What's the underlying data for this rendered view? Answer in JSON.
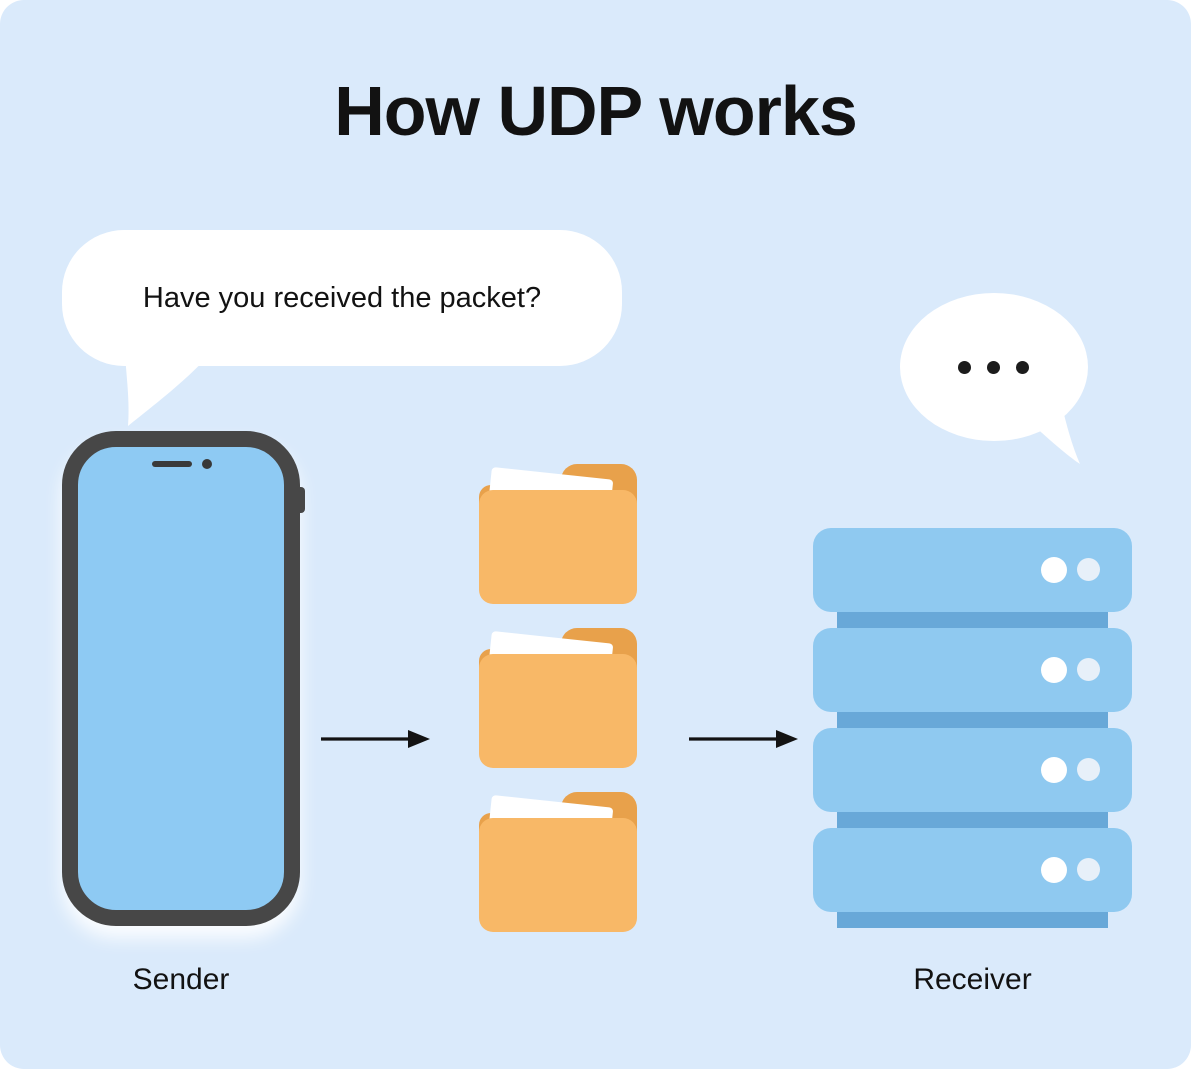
{
  "title": "How UDP works",
  "sender": {
    "label": "Sender",
    "bubble_text": "Have you received the packet?"
  },
  "receiver": {
    "label": "Receiver",
    "typing_dots": 3
  },
  "packets": {
    "count": 3
  },
  "server": {
    "units": 4
  },
  "colors": {
    "page_bg": "#ffffff",
    "canvas_bg": "#daeafb",
    "bubble_bg": "#ffffff",
    "text": "#121212",
    "phone_frame": "#474747",
    "phone_screen": "#8ecaf3",
    "folder_front": "#f8b867",
    "folder_back": "#e8a14b",
    "server_unit": "#8fc9f0",
    "server_strip": "#68a8d8",
    "server_light_bright": "#ffffff",
    "server_light_dim": "#e7f0f9",
    "arrow": "#131313"
  }
}
